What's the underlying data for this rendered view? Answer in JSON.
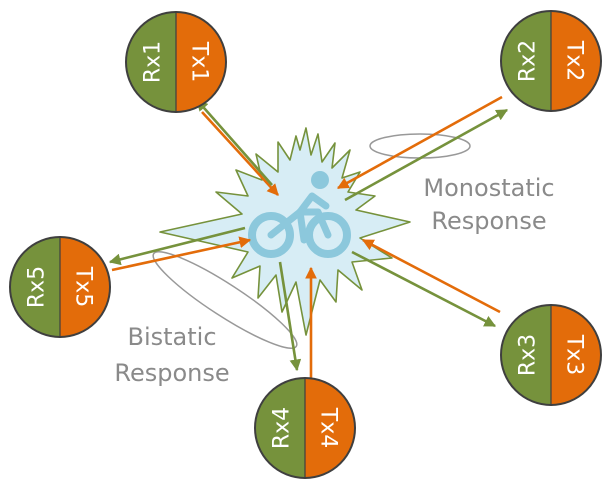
{
  "colors": {
    "rx": "#76923c",
    "tx": "#e36c0a",
    "node_outline": "#3f3f3f",
    "scatter_fill": "#d7edf5",
    "scatter_stroke": "#76923c",
    "cyclist": "#8cc8dc",
    "ellipse": "#999999",
    "caption": "#8a8a8a"
  },
  "nodes": [
    {
      "rx": "Rx1",
      "tx": "Tx1"
    },
    {
      "rx": "Rx2",
      "tx": "Tx2"
    },
    {
      "rx": "Rx3",
      "tx": "Tx3"
    },
    {
      "rx": "Rx4",
      "tx": "Tx4"
    },
    {
      "rx": "Rx5",
      "tx": "Tx5"
    }
  ],
  "labels": {
    "monostatic_line1": "Monostatic",
    "monostatic_line2": "Response",
    "bistatic_line1": "Bistatic",
    "bistatic_line2": "Response"
  },
  "icons": {
    "target": "cyclist-icon",
    "scatter": "radar-scatter-pattern"
  }
}
